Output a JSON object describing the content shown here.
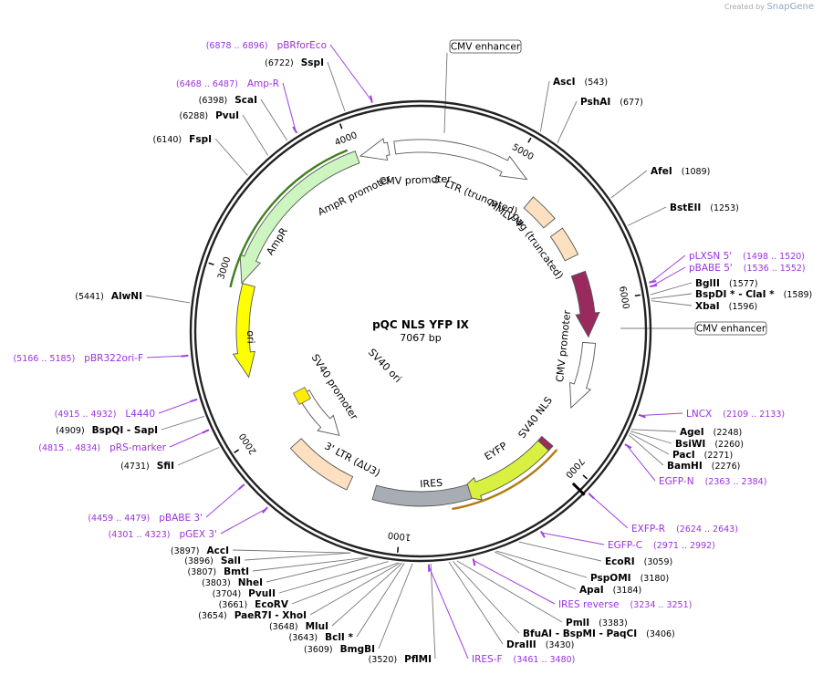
{
  "app": {
    "credit_prefix": "Created by",
    "credit_brand": "SnapGene"
  },
  "plasmid": {
    "name": "pQC NLS YFP IX",
    "length_label": "7067 bp",
    "length": 7067
  },
  "ticks": [
    {
      "pos": 1000,
      "label": "1000"
    },
    {
      "pos": 2000,
      "label": "2000"
    },
    {
      "pos": 3000,
      "label": "3000"
    },
    {
      "pos": 4000,
      "label": "4000"
    },
    {
      "pos": 5000,
      "label": "5000"
    },
    {
      "pos": 6000,
      "label": "6000"
    },
    {
      "pos": 7000,
      "label": "7000"
    }
  ],
  "features": [
    {
      "name": "CMV promoter",
      "start": 7067,
      "end": 7290,
      "style": "open",
      "color": "#ffffff"
    },
    {
      "name": "5' LTR (truncated)",
      "start": 450,
      "end": 600,
      "style": "box",
      "color": "#fde0c0"
    },
    {
      "name": "MMLV Ψ",
      "start": 680,
      "end": 860,
      "style": "box",
      "color": "#fde0c0"
    },
    {
      "name": "gag (truncated)",
      "start": 1150,
      "end": 1570,
      "style": "arrow",
      "color": "#9a2a5e"
    },
    {
      "name": "CMV promoter",
      "start": 1600,
      "end": 2005,
      "style": "open",
      "color": "#ffffff"
    },
    {
      "name": "SV40 NLS",
      "start": 2300,
      "end": 2340,
      "style": "box",
      "color": "#9a2a5e"
    },
    {
      "name": "EYFP",
      "start": 2340,
      "end": 3060,
      "style": "arrow",
      "color": "#d9f040"
    },
    {
      "name": "IRES",
      "start": 3080,
      "end": 3640,
      "style": "box",
      "color": "#a8adb3"
    },
    {
      "name": "3' LTR (ΔU3)",
      "start": 3900,
      "end": 4350,
      "style": "box",
      "color": "#fde0c0"
    },
    {
      "name": "SV40 promoter",
      "start": 4450,
      "end": 4780,
      "style": "open",
      "color": "#ffffff"
    },
    {
      "name": "ori",
      "start": 5090,
      "end": 5700,
      "style": "arrow",
      "color": "#ffff00"
    },
    {
      "name": "AmpR",
      "start": 5850,
      "end": 6700,
      "style": "arrow",
      "color": "#ccf5c0"
    },
    {
      "name": "AmpR promoter",
      "start": 6700,
      "end": 6800,
      "style": "open",
      "color": "#ffffff"
    }
  ],
  "inner_labels": [
    {
      "text": "CMV promoter",
      "angle": -2,
      "r": 165
    },
    {
      "text": "5' LTR (truncated)",
      "angle": 22,
      "r": 160
    },
    {
      "text": "MMLV Ψ",
      "angle": 36,
      "r": 158
    },
    {
      "text": "gag (truncated)",
      "angle": 54,
      "r": 158
    },
    {
      "text": "CMV promoter",
      "angle": 96,
      "r": 158
    },
    {
      "text": "SV40 NLS",
      "angle": 127,
      "r": 158
    },
    {
      "text": "EYFP",
      "angle": 148,
      "r": 156
    },
    {
      "text": "IRES",
      "angle": 176,
      "r": 168
    },
    {
      "text": "3' LTR (ΔU3)",
      "angle": 208,
      "r": 160
    },
    {
      "text": "SV40 promoter",
      "angle": 237,
      "r": 113
    },
    {
      "text": "SV40 ori",
      "angle": 226,
      "r": 55
    },
    {
      "text": "ori",
      "angle": 268,
      "r": 187
    },
    {
      "text": "AmpR",
      "angle": 302,
      "r": 185
    },
    {
      "text": "AmpR promoter",
      "angle": 334,
      "r": 165
    }
  ],
  "boxed_labels": [
    {
      "text": "CMV enhancer"
    },
    {
      "text": "CMV enhancer"
    }
  ],
  "enzymes": [
    {
      "name": "AscI",
      "pos": "(543)"
    },
    {
      "name": "PshAI",
      "pos": "(677)"
    },
    {
      "name": "AfeI",
      "pos": "(1089)"
    },
    {
      "name": "BstEII",
      "pos": "(1253)"
    },
    {
      "name": "BglII",
      "pos": "(1577)"
    },
    {
      "name": "BspDI *  -  ClaI *",
      "pos": "(1589)"
    },
    {
      "name": "XbaI",
      "pos": "(1596)"
    },
    {
      "name": "AgeI",
      "pos": "(2248)"
    },
    {
      "name": "BsiWI",
      "pos": "(2260)"
    },
    {
      "name": "PacI",
      "pos": "(2271)"
    },
    {
      "name": "BamHI",
      "pos": "(2276)"
    },
    {
      "name": "EcoRI",
      "pos": "(3059)"
    },
    {
      "name": "PspOMI",
      "pos": "(3180)"
    },
    {
      "name": "ApaI",
      "pos": "(3184)"
    },
    {
      "name": "PmlI",
      "pos": "(3383)"
    },
    {
      "name": "BfuAI  -  BspMI  -  PaqCI",
      "pos": "(3406)"
    },
    {
      "name": "DraIII",
      "pos": "(3430)"
    },
    {
      "name": "PflMI",
      "pos": "(3520)"
    },
    {
      "name": "BmgBI",
      "pos": "(3609)"
    },
    {
      "name": "BclI *",
      "pos": "(3643)"
    },
    {
      "name": "MluI",
      "pos": "(3648)"
    },
    {
      "name": "PaeR7I  -  XhoI",
      "pos": "(3654)"
    },
    {
      "name": "EcoRV",
      "pos": "(3661)"
    },
    {
      "name": "PvuII",
      "pos": "(3704)"
    },
    {
      "name": "NheI",
      "pos": "(3803)"
    },
    {
      "name": "BmtI",
      "pos": "(3807)"
    },
    {
      "name": "SalI",
      "pos": "(3896)"
    },
    {
      "name": "AccI",
      "pos": "(3897)"
    },
    {
      "name": "SfiI",
      "pos": "(4731)"
    },
    {
      "name": "BspQI  -  SapI",
      "pos": "(4909)"
    },
    {
      "name": "AlwNI",
      "pos": "(5441)"
    },
    {
      "name": "FspI",
      "pos": "(6140)"
    },
    {
      "name": "PvuI",
      "pos": "(6288)"
    },
    {
      "name": "ScaI",
      "pos": "(6398)"
    },
    {
      "name": "SspI",
      "pos": "(6722)"
    }
  ],
  "primers": [
    {
      "name": "pLXSN 5'",
      "range": "(1498 .. 1520)"
    },
    {
      "name": "pBABE 5'",
      "range": "(1536 .. 1552)"
    },
    {
      "name": "LNCX",
      "range": "(2109 .. 2133)"
    },
    {
      "name": "EGFP-N",
      "range": "(2363 .. 2384)"
    },
    {
      "name": "EXFP-R",
      "range": "(2624 .. 2643)"
    },
    {
      "name": "EGFP-C",
      "range": "(2971 .. 2992)"
    },
    {
      "name": "IRES reverse",
      "range": "(3234 .. 3251)"
    },
    {
      "name": "IRES-F",
      "range": "(3461 .. 3480)"
    },
    {
      "name": "pGEX 3'",
      "range": "(4301 .. 4323)"
    },
    {
      "name": "pBABE 3'",
      "range": "(4459 .. 4479)"
    },
    {
      "name": "pRS-marker",
      "range": "(4815 .. 4834)"
    },
    {
      "name": "L4440",
      "range": "(4915 .. 4932)"
    },
    {
      "name": "pBR322ori-F",
      "range": "(5166 .. 5185)"
    },
    {
      "name": "Amp-R",
      "range": "(6468 .. 6487)"
    },
    {
      "name": "pBRforEco",
      "range": "(6878 .. 6896)"
    }
  ],
  "colors": {
    "enzyme": "#000000",
    "primer": "#9b30e0",
    "backbone": "#222222"
  }
}
